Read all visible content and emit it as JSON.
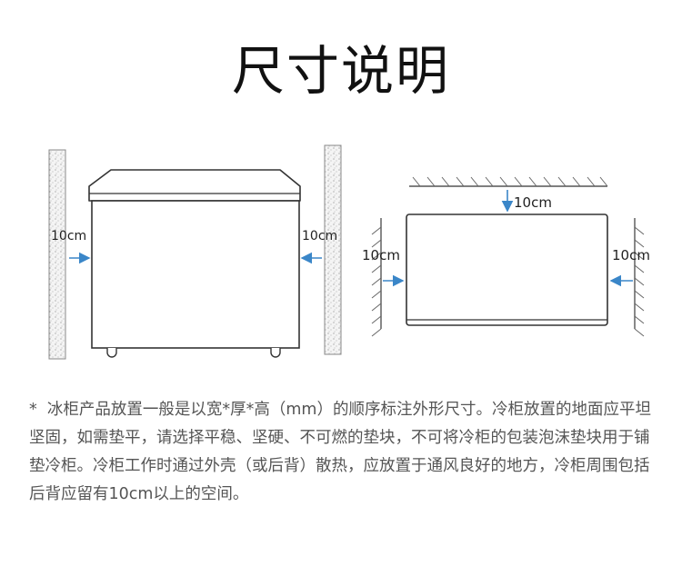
{
  "title": "尺寸说明",
  "left_view": {
    "label_left": "10cm",
    "label_right": "10cm"
  },
  "right_view": {
    "label_top": "10cm",
    "label_left": "10cm",
    "label_right": "10cm"
  },
  "note": "*  冰柜产品放置一般是以宽*厚*高（mm）的顺序标注外形尺寸。冷柜放置的地面应平坦坚固，如需垫平，请选择平稳、坚硬、不可燃的垫块，不可将冷柜的包装泡沫垫块用于铺垫冷柜。冷柜工作时通过外壳（或后背）散热，应放置于通风良好的地方，冷柜周围包括后背应留有10cm以上的空间。",
  "colors": {
    "arrow": "#3a86c8",
    "line": "#333333",
    "wall_fill": "#f3f3f3"
  }
}
